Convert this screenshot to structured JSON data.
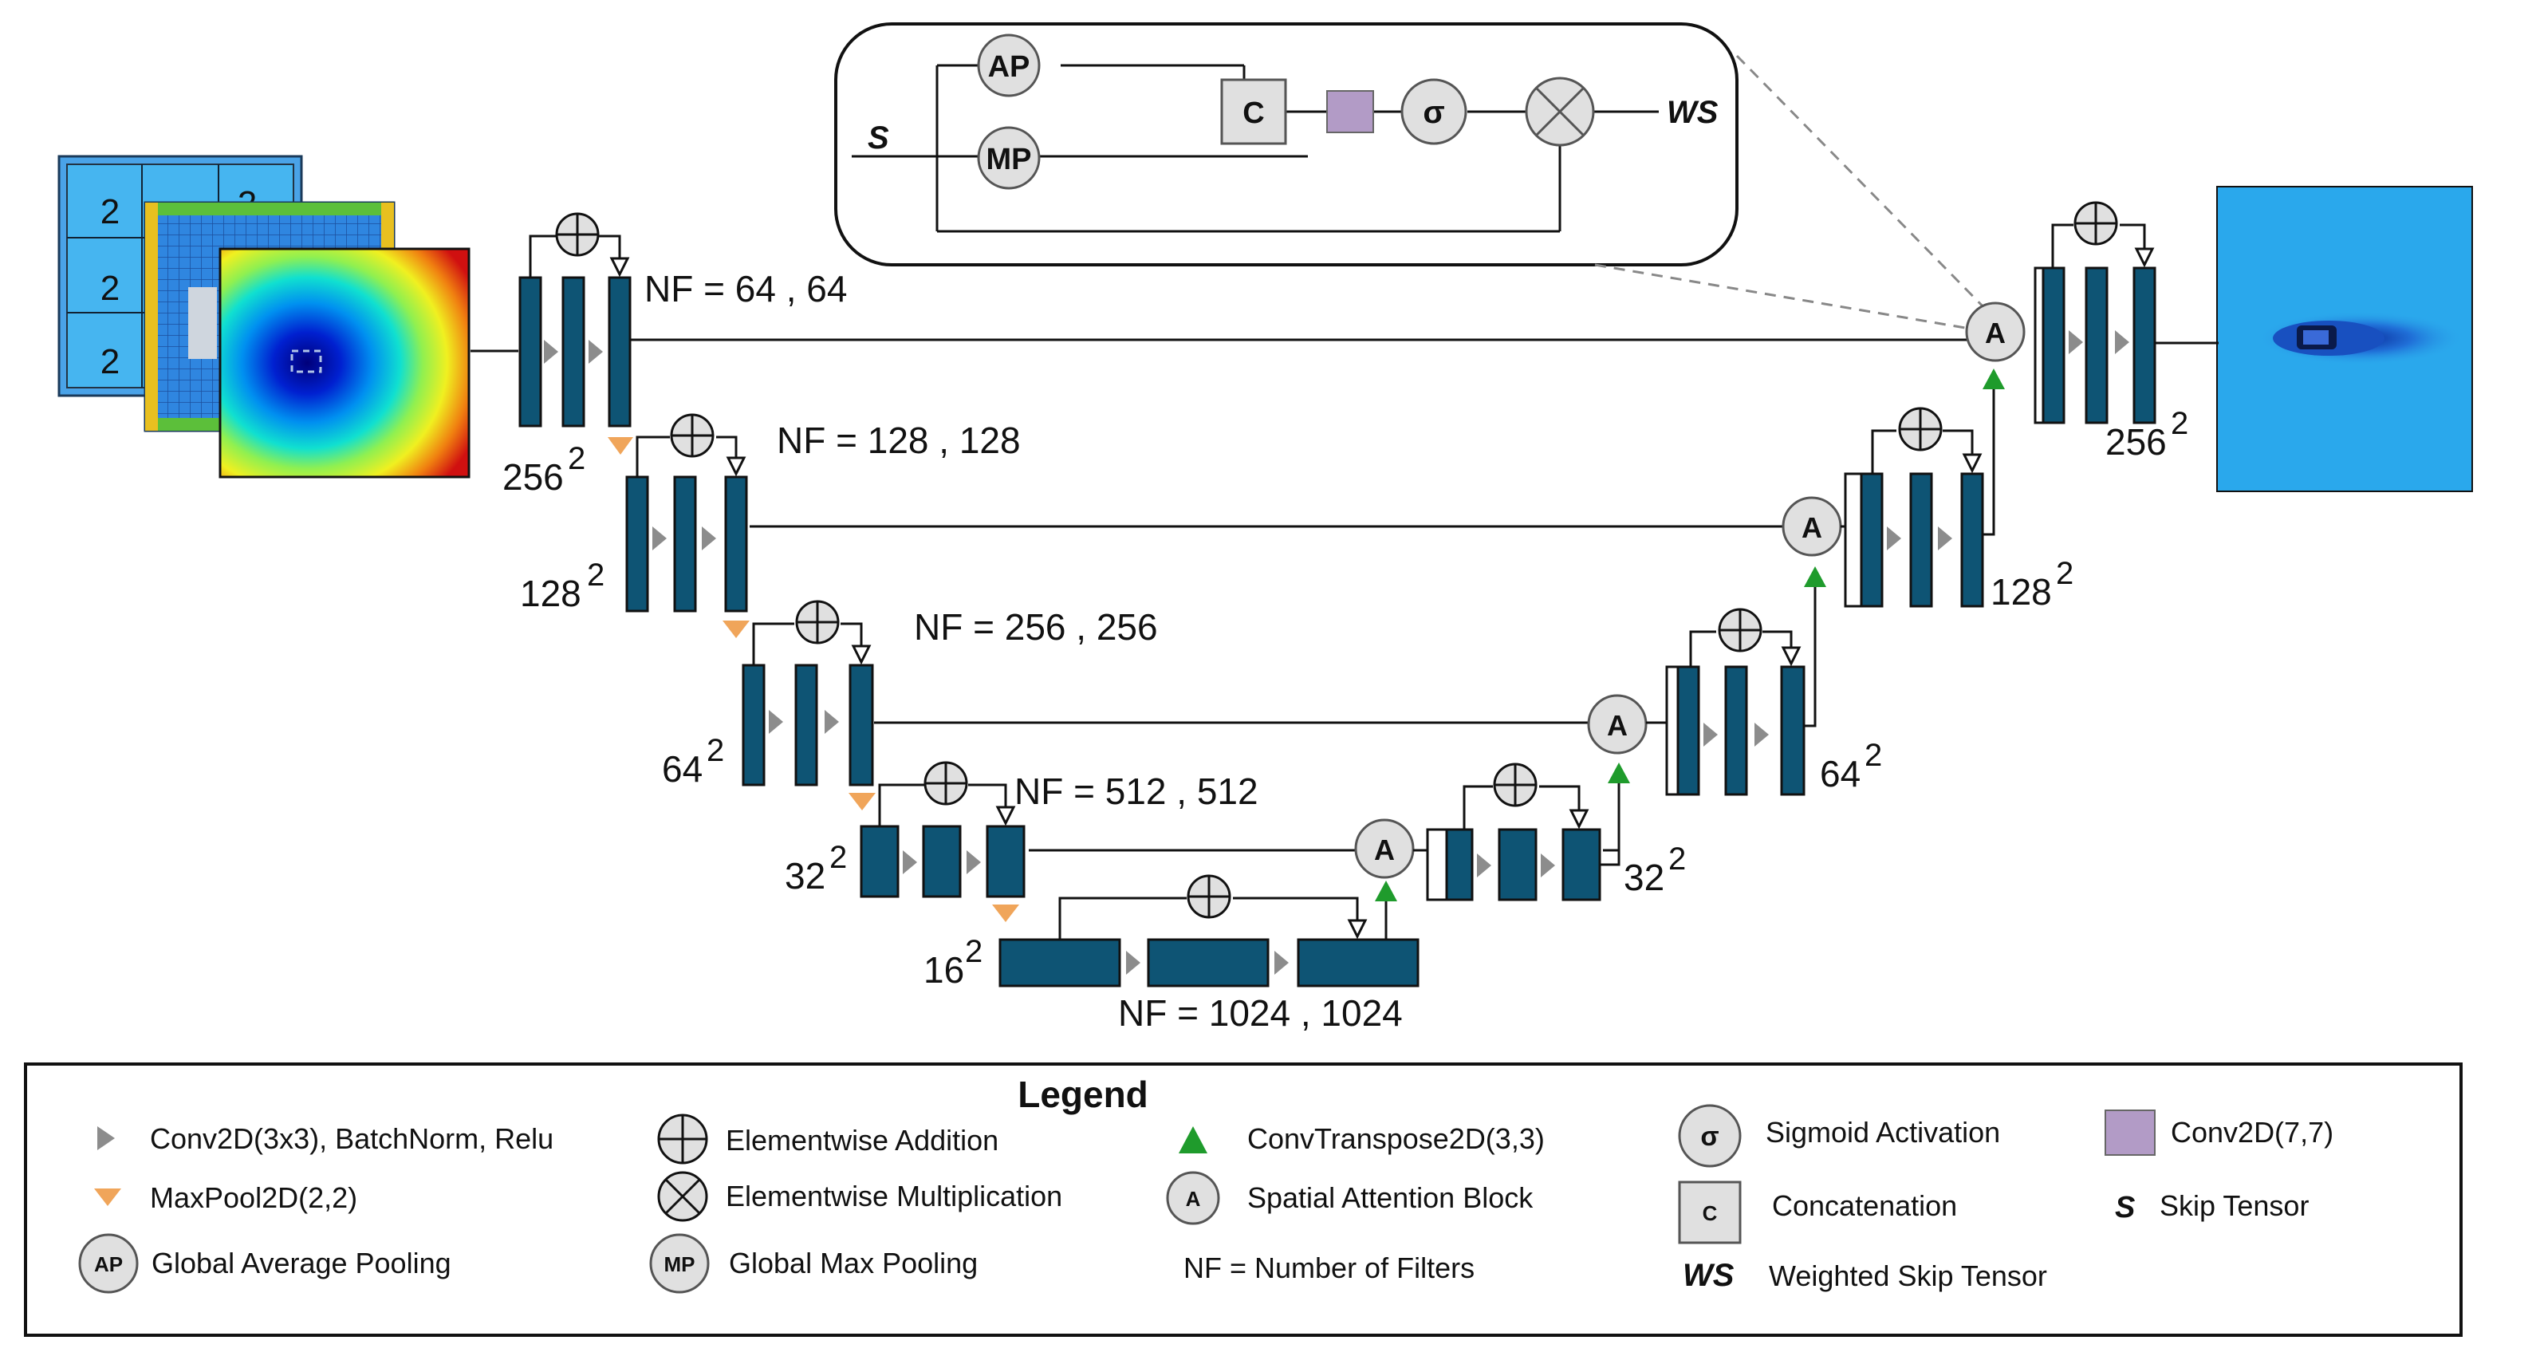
{
  "attention_detail": {
    "ap": "AP",
    "mp": "MP",
    "c": "C",
    "sigma": "σ",
    "s": "S",
    "ws": "WS"
  },
  "encoder": [
    {
      "nf": "NF = 64 , 64",
      "res": "256",
      "exp": "2"
    },
    {
      "nf": "NF = 128 , 128",
      "res": "128",
      "exp": "2"
    },
    {
      "nf": "NF = 256 , 256",
      "res": "64",
      "exp": "2"
    },
    {
      "nf": "NF = 512 , 512",
      "res": "32",
      "exp": "2"
    }
  ],
  "bottleneck": {
    "nf": "NF = 1024 , 1024",
    "res": "16",
    "exp": "2"
  },
  "decoder": [
    {
      "res": "32",
      "exp": "2"
    },
    {
      "res": "64",
      "exp": "2"
    },
    {
      "res": "128",
      "exp": "2"
    },
    {
      "res": "256",
      "exp": "2"
    }
  ],
  "attention_label": "A",
  "input_grid": {
    "values": [
      "2",
      "2",
      "2",
      "2"
    ]
  },
  "legend": {
    "title": "Legend",
    "items": {
      "conv": "Conv2D(3x3), BatchNorm, Relu",
      "maxpool": "MaxPool2D(2,2)",
      "gap": "Global Average Pooling",
      "add": "Elementwise Addition",
      "mult": "Elementwise Multiplication",
      "gmp": "Global Max Pooling",
      "convt": "ConvTranspose2D(3,3)",
      "sab": "Spatial Attention Block",
      "nf": "NF = Number of Filters",
      "sigmoid": "Sigmoid Activation",
      "concat": "Concatenation",
      "wst": "Weighted Skip Tensor",
      "conv77": "Conv2D(7,7)",
      "skip": "Skip Tensor"
    },
    "symbols": {
      "ap": "AP",
      "mp": "MP",
      "a": "A",
      "sigma": "σ",
      "c": "C",
      "s": "S",
      "ws": "WS"
    }
  },
  "colors": {
    "block": "#0e5474",
    "conv_arrow": "#8c8c8c",
    "maxpool": "#f0a55a",
    "convt": "#1f9b2c",
    "conv77": "#b29bc6",
    "node_fill": "#e0e0e0"
  }
}
